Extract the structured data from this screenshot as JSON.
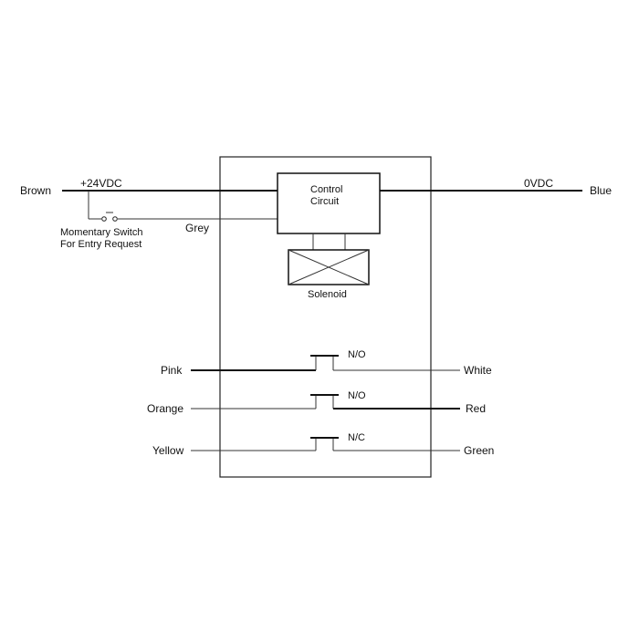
{
  "diagram": {
    "left_wires": {
      "brown": "Brown",
      "plus_24vdc": "+24VDC",
      "grey": "Grey",
      "pink": "Pink",
      "orange": "Orange",
      "yellow": "Yellow"
    },
    "right_wires": {
      "zero_vdc": "0VDC",
      "blue": "Blue",
      "white": "White",
      "red": "Red",
      "green": "Green"
    },
    "switch": {
      "line1": "Momentary Switch",
      "line2": "For Entry Request"
    },
    "control_circuit": {
      "line1": "Control",
      "line2": "Circuit"
    },
    "solenoid": "Solenoid",
    "contacts": {
      "first": "N/O",
      "second": "N/O",
      "third": "N/C"
    }
  }
}
